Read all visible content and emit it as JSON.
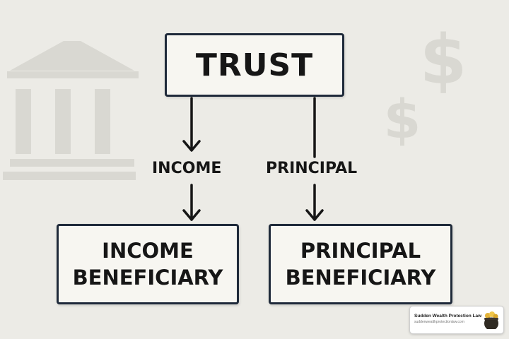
{
  "diagram": {
    "nodes": {
      "trust": {
        "label": "TRUST"
      },
      "income_beneficiary": {
        "line1": "INCOME",
        "line2": "BENEFICIARY"
      },
      "principal_beneficiary": {
        "line1": "PRINCIPAL",
        "line2": "BENEFICIARY"
      }
    },
    "edges": [
      {
        "from": "trust",
        "to": "income_beneficiary",
        "label": "INCOME"
      },
      {
        "from": "trust",
        "to": "principal_beneficiary",
        "label": "PRINCIPAL"
      }
    ]
  },
  "background_icons": [
    "bank-building-icon",
    "dollar-sign-icon",
    "dollar-sign-icon"
  ],
  "watermark": {
    "title": "Sudden Wealth Protection Law",
    "url": "suddenwealthprotectionlaw.com",
    "logo_icon": "pot-of-gold-icon"
  },
  "colors": {
    "background": "#ecebe6",
    "box_fill": "#f7f6f1",
    "box_border": "#1f2a3a",
    "text": "#161616",
    "arrow": "#161616",
    "background_icon": "#d9d8d2"
  }
}
